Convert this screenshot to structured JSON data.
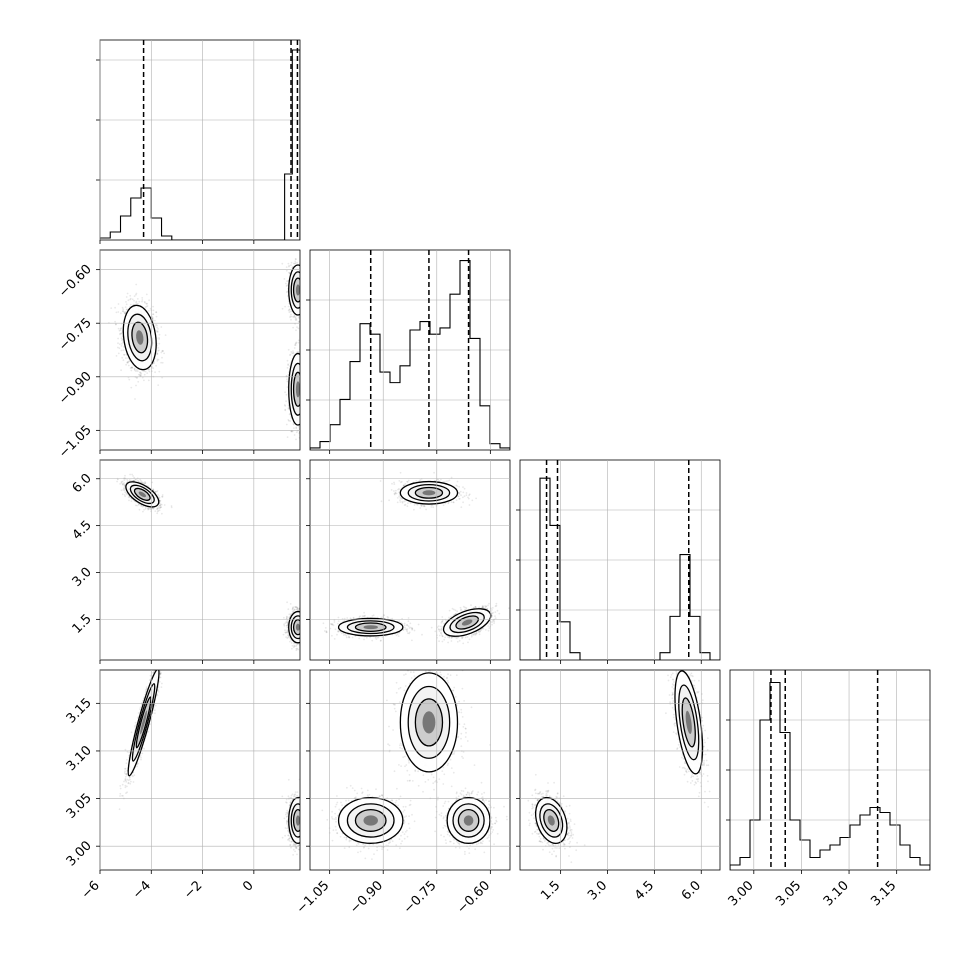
{
  "chart_data": {
    "type": "corner",
    "parameters": [
      {
        "range": [
          -6.0,
          1.8
        ],
        "ticks": [
          -6,
          -4,
          -2,
          0
        ],
        "ticklabels": [
          "−6",
          "−4",
          "−2",
          "0"
        ],
        "quantiles": [
          -4.3,
          1.45,
          1.7
        ]
      },
      {
        "range": [
          -1.105,
          -0.545
        ],
        "ticks": [
          -1.05,
          -0.9,
          -0.75,
          -0.6
        ],
        "ticklabels": [
          "−1.05",
          "−0.90",
          "−0.75",
          "−0.60"
        ],
        "quantiles": [
          -0.935,
          -0.772,
          -0.661
        ]
      },
      {
        "range": [
          0.2,
          6.6
        ],
        "ticks": [
          1.5,
          3.0,
          4.5,
          6.0
        ],
        "ticklabels": [
          "1.5",
          "3.0",
          "4.5",
          "6.0"
        ],
        "quantiles": [
          1.05,
          1.4,
          5.6
        ]
      },
      {
        "range": [
          2.975,
          3.185
        ],
        "ticks": [
          3.0,
          3.05,
          3.1,
          3.15
        ],
        "ticklabels": [
          "3.00",
          "3.05",
          "3.10",
          "3.15"
        ],
        "quantiles": [
          3.018,
          3.033,
          3.13
        ]
      }
    ],
    "histograms": [
      {
        "edges": [
          -6.0,
          -5.6,
          -5.2,
          -4.8,
          -4.4,
          -4.0,
          -3.6,
          -3.2,
          -2.8,
          -2.4,
          -2.0,
          -1.6,
          -1.2,
          -0.8,
          -0.4,
          0.0,
          0.4,
          0.8,
          1.2,
          1.5,
          1.8
        ],
        "counts": [
          1,
          4,
          12,
          21,
          26,
          11,
          2,
          0,
          0,
          0,
          0,
          0,
          0,
          0,
          0,
          0,
          0,
          0,
          33,
          95
        ],
        "ymax": 100
      },
      {
        "edges": [
          -1.105,
          -1.077,
          -1.049,
          -1.021,
          -0.993,
          -0.965,
          -0.937,
          -0.909,
          -0.881,
          -0.853,
          -0.825,
          -0.797,
          -0.769,
          -0.741,
          -0.713,
          -0.685,
          -0.657,
          -0.629,
          -0.601,
          -0.573,
          -0.545
        ],
        "counts": [
          1,
          4,
          12,
          24,
          42,
          60,
          55,
          37,
          32,
          40,
          57,
          61,
          55,
          58,
          74,
          90,
          53,
          21,
          3,
          1
        ],
        "ymax": 95
      },
      {
        "edges": [
          0.2,
          0.52,
          0.84,
          1.16,
          1.48,
          1.8,
          2.12,
          2.44,
          2.76,
          3.08,
          3.4,
          3.72,
          4.04,
          4.36,
          4.68,
          5.0,
          5.32,
          5.64,
          5.96,
          6.28,
          6.6
        ],
        "counts": [
          0,
          0,
          100,
          74,
          21,
          4,
          0,
          0,
          0,
          0,
          0,
          0,
          0,
          0,
          4,
          24,
          58,
          24,
          4,
          0
        ],
        "ymax": 110
      },
      {
        "edges": [
          2.975,
          2.9855,
          2.996,
          3.0065,
          3.017,
          3.0275,
          3.038,
          3.0485,
          3.059,
          3.0695,
          3.08,
          3.0905,
          3.101,
          3.1115,
          3.122,
          3.1325,
          3.143,
          3.1535,
          3.164,
          3.1745,
          3.185
        ],
        "counts": [
          2,
          5,
          20,
          60,
          75,
          55,
          20,
          12,
          5,
          8,
          10,
          13,
          18,
          22,
          25,
          23,
          18,
          10,
          5,
          2
        ],
        "ymax": 80
      }
    ],
    "hist_yticks": [
      [
        0.3,
        0.6,
        0.9
      ],
      [
        0.25,
        0.5,
        0.75
      ],
      [
        0.25,
        0.5,
        0.75
      ],
      [
        0.25,
        0.5,
        0.75
      ]
    ],
    "scatter_panels": [
      {
        "i": 1,
        "j": 0,
        "modes": [
          {
            "cx": -4.45,
            "cy": -0.79,
            "sx": 0.32,
            "sy": 0.045,
            "rho": -0.2,
            "n": 1600
          },
          {
            "cx": 1.72,
            "cy": -0.657,
            "sx": 0.18,
            "sy": 0.035,
            "rho": 0,
            "n": 1000
          },
          {
            "cx": 1.72,
            "cy": -0.935,
            "sx": 0.18,
            "sy": 0.05,
            "rho": 0,
            "n": 1100
          }
        ]
      },
      {
        "i": 2,
        "j": 0,
        "modes": [
          {
            "cx": -4.35,
            "cy": 5.5,
            "sx": 0.32,
            "sy": 0.2,
            "rho": -0.6,
            "n": 1400
          },
          {
            "cx": 1.72,
            "cy": 1.25,
            "sx": 0.18,
            "sy": 0.25,
            "rho": 0,
            "n": 1400
          }
        ]
      },
      {
        "i": 2,
        "j": 1,
        "modes": [
          {
            "cx": -0.772,
            "cy": 5.55,
            "sx": 0.04,
            "sy": 0.18,
            "rho": 0,
            "n": 1100
          },
          {
            "cx": -0.935,
            "cy": 1.25,
            "sx": 0.045,
            "sy": 0.14,
            "rho": 0,
            "n": 1100
          },
          {
            "cx": -0.665,
            "cy": 1.4,
            "sx": 0.033,
            "sy": 0.22,
            "rho": 0.5,
            "n": 1300
          }
        ]
      },
      {
        "i": 3,
        "j": 0,
        "modes": [
          {
            "cx": -4.3,
            "cy": 3.13,
            "sx": 0.3,
            "sy": 0.028,
            "rho": 0.93,
            "n": 1500
          },
          {
            "cx": 1.72,
            "cy": 3.027,
            "sx": 0.18,
            "sy": 0.012,
            "rho": 0,
            "n": 1400
          }
        ]
      },
      {
        "i": 3,
        "j": 1,
        "modes": [
          {
            "cx": -0.772,
            "cy": 3.13,
            "sx": 0.04,
            "sy": 0.026,
            "rho": 0,
            "n": 1100
          },
          {
            "cx": -0.935,
            "cy": 3.027,
            "sx": 0.045,
            "sy": 0.012,
            "rho": 0,
            "n": 1100
          },
          {
            "cx": -0.661,
            "cy": 3.027,
            "sx": 0.03,
            "sy": 0.012,
            "rho": 0,
            "n": 1100
          }
        ]
      },
      {
        "i": 3,
        "j": 2,
        "modes": [
          {
            "cx": 5.6,
            "cy": 3.13,
            "sx": 0.22,
            "sy": 0.027,
            "rho": -0.5,
            "n": 1400
          },
          {
            "cx": 1.2,
            "cy": 3.027,
            "sx": 0.25,
            "sy": 0.012,
            "rho": -0.3,
            "n": 1400
          }
        ]
      }
    ]
  }
}
